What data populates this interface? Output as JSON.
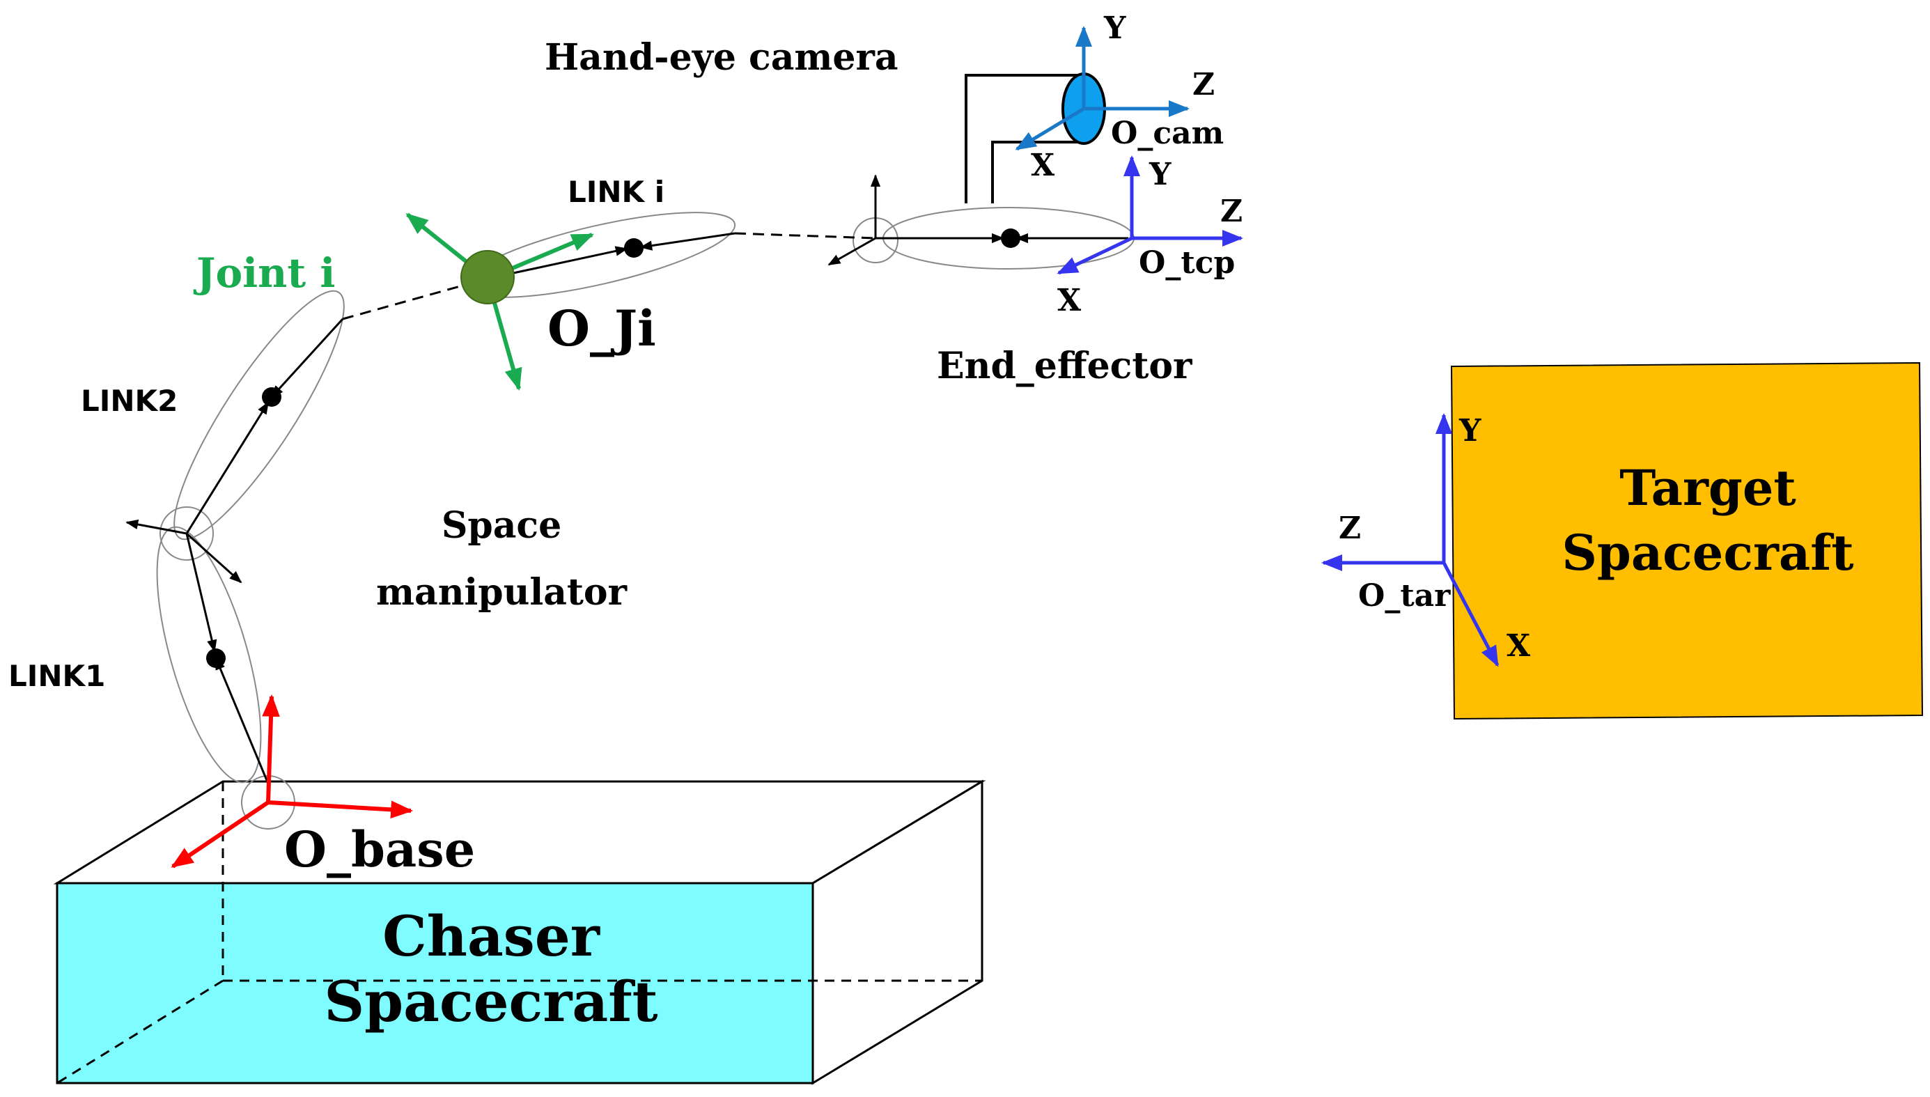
{
  "labels": {
    "hand_eye_camera": "Hand-eye camera",
    "link_i": "LINK i",
    "joint_i": "Joint i",
    "o_ji": "O_Ji",
    "link2": "LINK2",
    "link1": "LINK1",
    "space": "Space",
    "manipulator": "manipulator",
    "end_effector": "End_effector",
    "o_base": "O_base",
    "chaser_line1": "Chaser",
    "chaser_line2": "Spacecraft",
    "target_line1": "Target",
    "target_line2": "Spacecraft"
  },
  "frames": {
    "camera": {
      "origin": "O_cam",
      "x": "X",
      "y": "Y",
      "z": "Z"
    },
    "tcp": {
      "origin": "O_tcp",
      "x": "X",
      "y": "Y",
      "z": "Z"
    },
    "target": {
      "origin": "O_tar",
      "x": "X",
      "y": "Y",
      "z": "Z"
    }
  },
  "colors": {
    "base_frame": "#ff0000",
    "joint_frame": "#1aaa50",
    "joint_ball": "#5a8a2a",
    "camera_frame": "#1a78c8",
    "camera_lens": "#0ea0ee",
    "tcp_frame": "#3535f0",
    "target_frame": "#3535f0",
    "chaser_body": "#7ffcff",
    "target_body": "#ffbe00"
  }
}
